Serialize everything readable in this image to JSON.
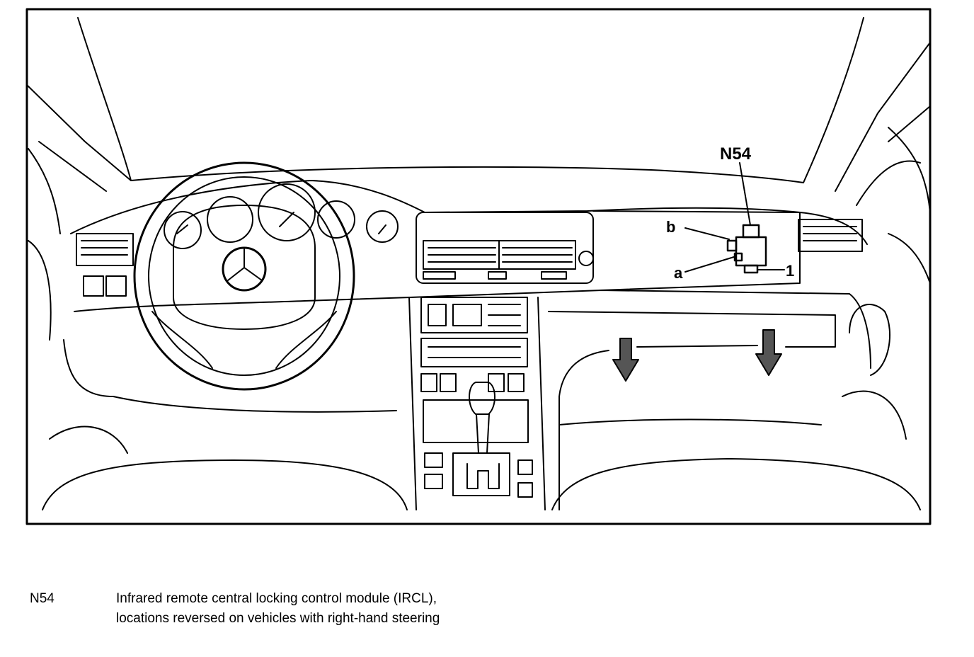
{
  "diagram": {
    "callouts": {
      "module": "N54",
      "b": "b",
      "a": "a",
      "one": "1"
    }
  },
  "legend": {
    "items": [
      {
        "code": "N54",
        "description": "Infrared remote central locking control module (IRCL), locations reversed on vehicles with right-hand steering"
      }
    ]
  }
}
